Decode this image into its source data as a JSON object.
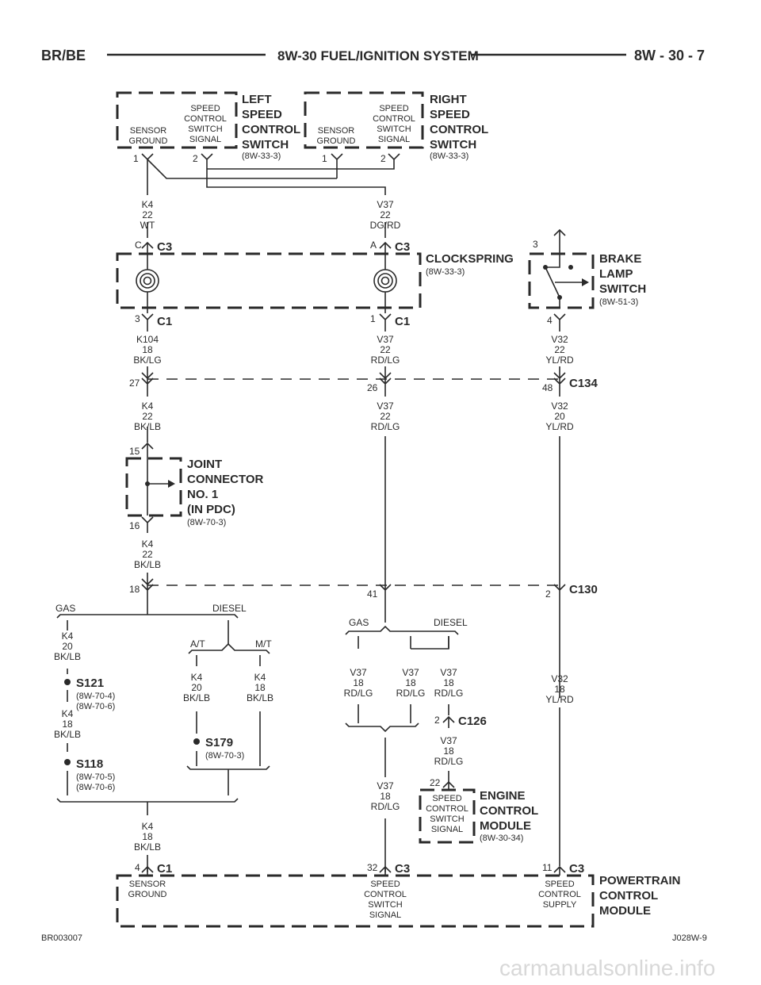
{
  "header": {
    "left": "BR/BE",
    "center": "8W-30 FUEL/IGNITION SYSTEM",
    "right": "8W - 30 - 7"
  },
  "footer": {
    "left": "BR003007",
    "right": "J028W-9",
    "watermark": "carmanualsonline.info"
  },
  "components": {
    "left_switch": {
      "name": [
        "LEFT",
        "SPEED",
        "CONTROL",
        "SWITCH"
      ],
      "ref": "(8W-33-3)",
      "pin1_label": [
        "SENSOR",
        "GROUND"
      ],
      "pin2_label": [
        "SPEED",
        "CONTROL",
        "SWITCH",
        "SIGNAL"
      ],
      "pin1": "1",
      "pin2": "2"
    },
    "right_switch": {
      "name": [
        "RIGHT",
        "SPEED",
        "CONTROL",
        "SWITCH"
      ],
      "ref": "(8W-33-3)",
      "pin1_label": [
        "SENSOR",
        "GROUND"
      ],
      "pin2_label": [
        "SPEED",
        "CONTROL",
        "SWITCH",
        "SIGNAL"
      ],
      "pin1": "1",
      "pin2": "2"
    },
    "clockspring": {
      "name": "CLOCKSPRING",
      "ref": "(8W-33-3)",
      "conn_top": "C3",
      "conn_bottom": "C1",
      "pin_c": "C",
      "pin_a": "A",
      "pin_3": "3",
      "pin_1": "1"
    },
    "brake_switch": {
      "name": [
        "BRAKE",
        "LAMP",
        "SWITCH"
      ],
      "ref": "(8W-51-3)",
      "pin_top": "3",
      "pin_bottom": "4"
    },
    "joint_connector": {
      "name": [
        "JOINT",
        "CONNECTOR",
        "NO. 1",
        "(IN PDC)"
      ],
      "ref": "(8W-70-3)",
      "pin_top": "15",
      "pin_bottom": "16"
    },
    "ecm": {
      "name": [
        "ENGINE",
        "CONTROL",
        "MODULE"
      ],
      "ref": "(8W-30-34)",
      "pin": "22",
      "label": [
        "SPEED",
        "CONTROL",
        "SWITCH",
        "SIGNAL"
      ]
    },
    "pcm": {
      "name": [
        "POWERTRAIN",
        "CONTROL",
        "MODULE"
      ],
      "pins": [
        {
          "num": "4",
          "conn": "C1",
          "label": [
            "SENSOR",
            "GROUND"
          ]
        },
        {
          "num": "32",
          "conn": "C3",
          "label": [
            "SPEED",
            "CONTROL",
            "SWITCH",
            "SIGNAL"
          ]
        },
        {
          "num": "11",
          "conn": "C3",
          "label": [
            "SPEED",
            "CONTROL",
            "SUPPLY"
          ]
        }
      ]
    }
  },
  "connectors": {
    "c134": {
      "name": "C134",
      "pins": [
        "27",
        "26",
        "48"
      ]
    },
    "c130": {
      "name": "C130",
      "pins": [
        "18",
        "41",
        "2"
      ]
    },
    "c126": {
      "name": "C126",
      "pin": "2"
    }
  },
  "splices": [
    {
      "name": "S121",
      "refs": [
        "(8W-70-4)",
        "(8W-70-6)"
      ]
    },
    {
      "name": "S118",
      "refs": [
        "(8W-70-5)",
        "(8W-70-6)"
      ]
    },
    {
      "name": "S179",
      "refs": [
        "(8W-70-3)"
      ]
    }
  ],
  "options": {
    "gas": "GAS",
    "diesel": "DIESEL",
    "at": "A/T",
    "mt": "M/T"
  },
  "wires": {
    "k4_22_wt": [
      "K4",
      "22",
      "WT"
    ],
    "v37_22_dgrd": [
      "V37",
      "22",
      "DG/RD"
    ],
    "k104_18_bklg": [
      "K104",
      "18",
      "BK/LG"
    ],
    "v37_22_rdlg_a": [
      "V37",
      "22",
      "RD/LG"
    ],
    "v32_22_ylrd": [
      "V32",
      "22",
      "YL/RD"
    ],
    "k4_22_bklb_a": [
      "K4",
      "22",
      "BK/LB"
    ],
    "v37_22_rdlg_b": [
      "V37",
      "22",
      "RD/LG"
    ],
    "v32_20_ylrd": [
      "V32",
      "20",
      "YL/RD"
    ],
    "k4_22_bklb_b": [
      "K4",
      "22",
      "BK/LB"
    ],
    "k4_20_bklb_gas": [
      "K4",
      "20",
      "BK/LB"
    ],
    "k4_18_bklb_s121": [
      "K4",
      "18",
      "BK/LB"
    ],
    "k4_20_bklb_at": [
      "K4",
      "20",
      "BK/LB"
    ],
    "k4_18_bklb_mt": [
      "K4",
      "18",
      "BK/LB"
    ],
    "k4_18_bklb_pcm": [
      "K4",
      "18",
      "BK/LB"
    ],
    "v37_18_rdlg_gas": [
      "V37",
      "18",
      "RD/LG"
    ],
    "v37_18_rdlg_d1": [
      "V37",
      "18",
      "RD/LG"
    ],
    "v37_18_rdlg_d2": [
      "V37",
      "18",
      "RD/LG"
    ],
    "v37_18_rdlg_c126": [
      "V37",
      "18",
      "RD/LG"
    ],
    "v37_18_rdlg_pcm": [
      "V37",
      "18",
      "RD/LG"
    ],
    "v32_18_ylrd": [
      "V32",
      "18",
      "YL/RD"
    ]
  }
}
